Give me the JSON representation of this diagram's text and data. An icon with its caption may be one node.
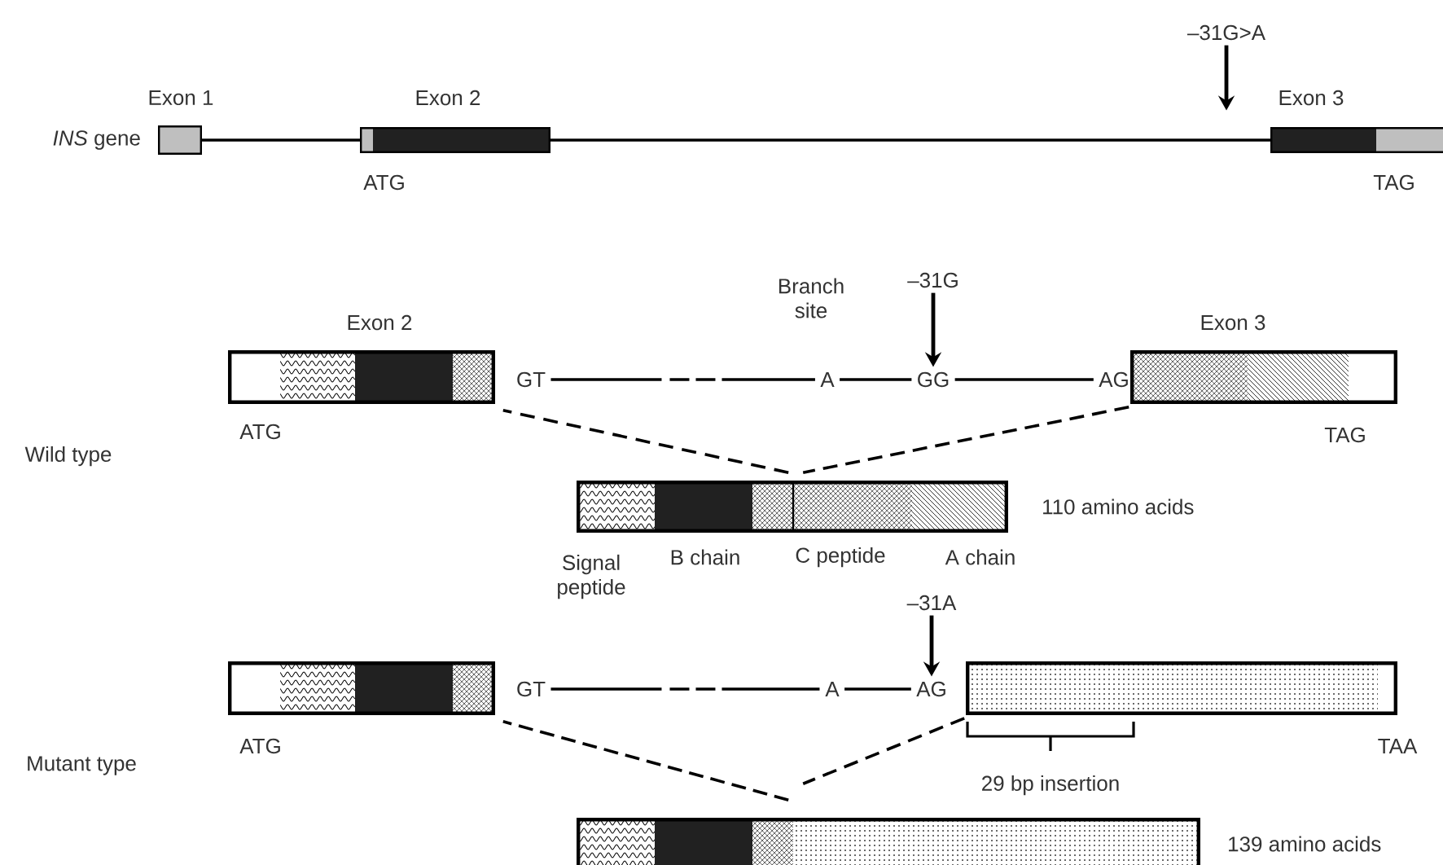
{
  "diagram": {
    "nodes": [
      {
        "text": [
          "Exon 1"
        ]
      },
      {
        "text": [
          "Exon 2"
        ],
        "beside": [
          "ATG"
        ]
      },
      {
        "text": [
          "Exon 3"
        ],
        "beside": [
          "TAG"
        ]
      },
      {
        "text": [
          "–31G>A"
        ]
      },
      {
        "text": [
          "Exon 2"
        ],
        "beside": [
          "ATG"
        ]
      },
      {
        "text": [
          "GT"
        ]
      },
      {
        "text": [
          "A"
        ],
        "beside": [
          "Branch site"
        ]
      },
      {
        "text": [
          "–31G"
        ]
      },
      {
        "text": [
          "GG"
        ]
      },
      {
        "text": [
          "AG"
        ]
      },
      {
        "text": [
          "Exon 3"
        ],
        "beside": [
          "TAG"
        ]
      },
      {
        "text": [],
        "shape": "bar",
        "beside": [
          "110 amino acids"
        ]
      },
      {
        "text": [
          "–31A"
        ]
      },
      {
        "text": [],
        "shape": "bar",
        "beside": [
          "ATG"
        ]
      },
      {
        "text": [
          "GT"
        ]
      },
      {
        "text": [
          "A"
        ]
      },
      {
        "text": [
          "AG"
        ]
      },
      {
        "text": [],
        "shape": "bar",
        "beside": [
          "TAA"
        ]
      },
      {
        "text": [],
        "shape": "bar",
        "beside": [
          "139 amino acids"
        ]
      }
    ],
    "edges": [
      {
        "from": 0,
        "to": 1,
        "arrow": "none"
      },
      {
        "from": 1,
        "to": 2,
        "arrow": "none"
      },
      {
        "from": 3,
        "to": null,
        "arrow": "to"
      },
      {
        "from": 5,
        "to": 6,
        "arrow": "none",
        "style": "dashed"
      },
      {
        "from": 6,
        "to": 8,
        "arrow": "none"
      },
      {
        "from": 7,
        "to": 8,
        "arrow": "to"
      },
      {
        "from": 8,
        "to": 9,
        "arrow": "none"
      },
      {
        "from": 4,
        "to": 11,
        "arrow": "none",
        "style": "dashed"
      },
      {
        "from": 10,
        "to": 11,
        "arrow": "none",
        "style": "dashed"
      },
      {
        "from": 14,
        "to": 15,
        "arrow": "none",
        "style": "dashed"
      },
      {
        "from": 15,
        "to": 16,
        "arrow": "none"
      },
      {
        "from": 12,
        "to": 16,
        "arrow": "to"
      },
      {
        "from": 13,
        "to": 18,
        "arrow": "none",
        "style": "dashed"
      },
      {
        "from": 17,
        "to": 18,
        "arrow": "none",
        "style": "dashed"
      }
    ],
    "labels": [
      "*INS* gene",
      "Wild type",
      "Signal peptide",
      "B chain",
      "C peptide",
      "A chain",
      "Mutant type",
      "29 bp insertion"
    ]
  }
}
